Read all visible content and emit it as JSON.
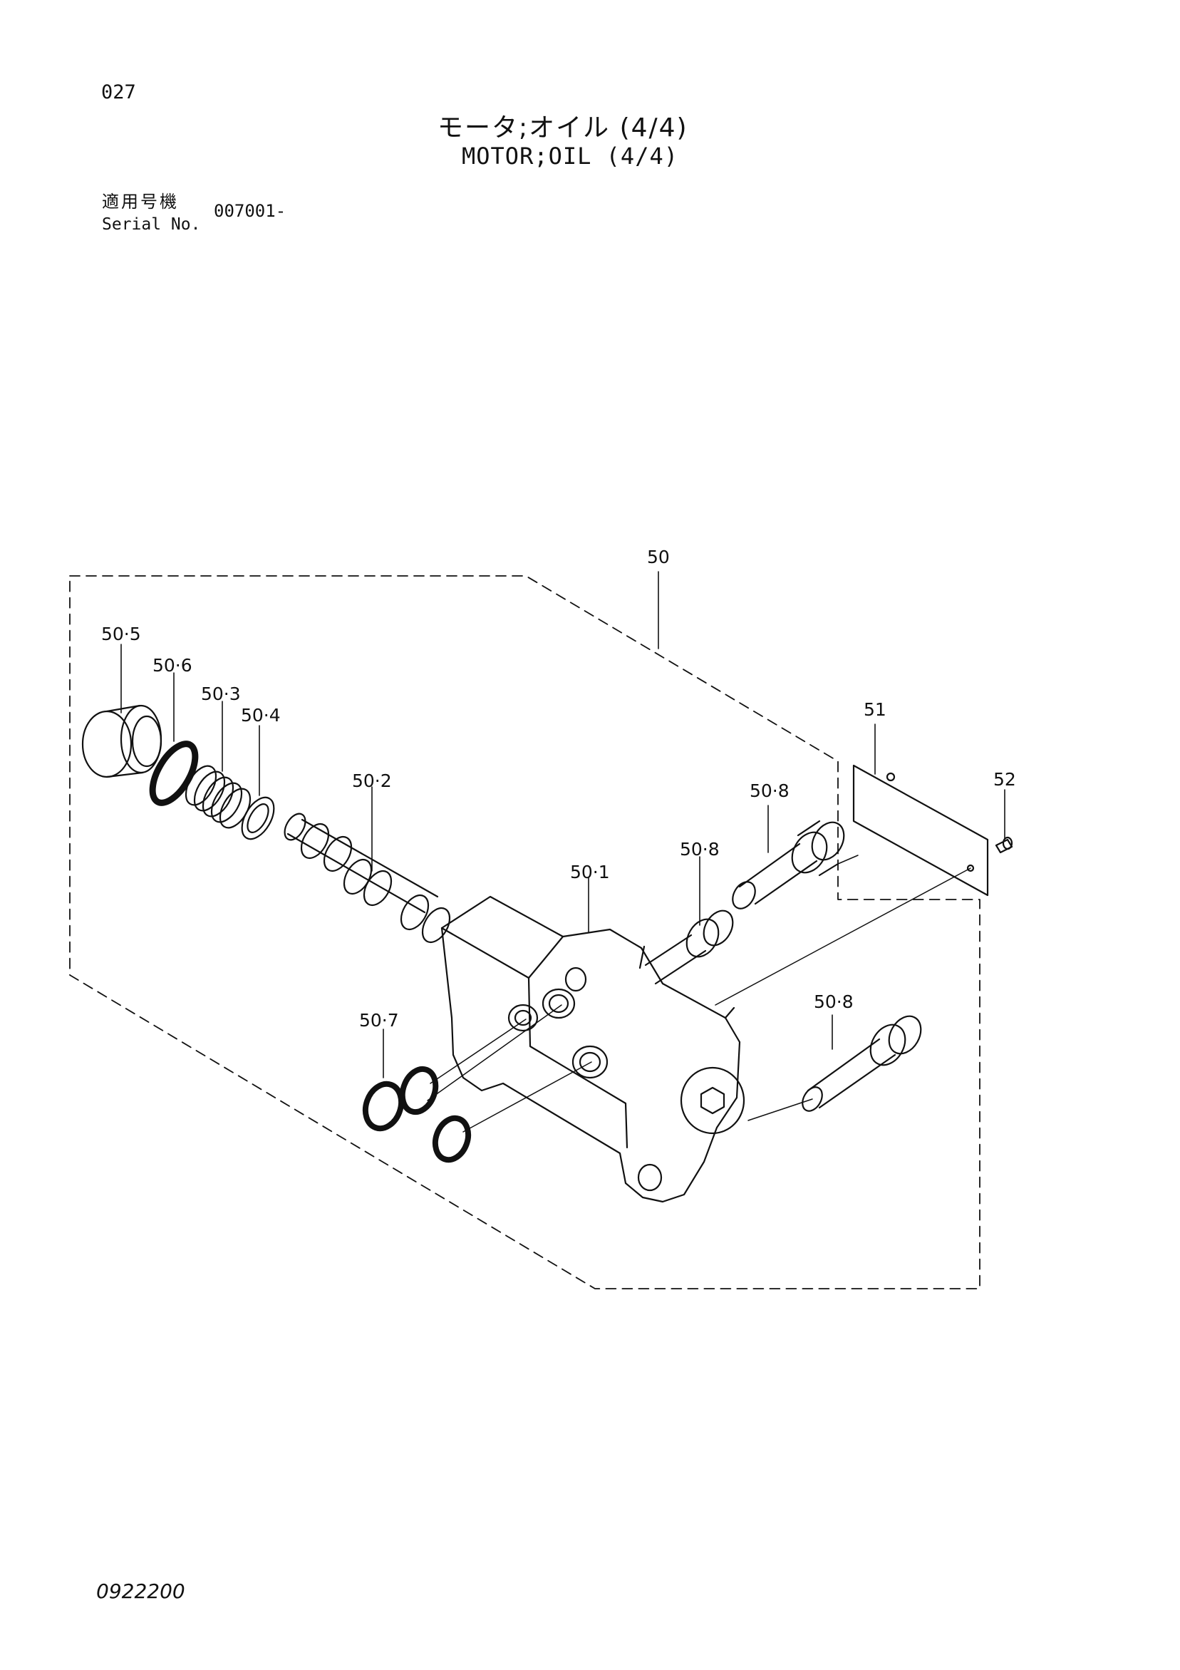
{
  "page": {
    "number": "027",
    "title_jp": "モータ;オイル (4/4)",
    "title_en": "MOTOR;OIL (4/4)",
    "serial_label_jp": "適用号機",
    "serial_label_en": "Serial No.",
    "serial_value": "007001-",
    "drawing_number": "0922200"
  },
  "callouts": {
    "c50": "50",
    "c50_1": "50·1",
    "c50_2": "50·2",
    "c50_3": "50·3",
    "c50_4": "50·4",
    "c50_5": "50·5",
    "c50_6": "50·6",
    "c50_7": "50·7",
    "c50_8a": "50·8",
    "c50_8b": "50·8",
    "c50_8c": "50·8",
    "c51": "51",
    "c52": "52"
  }
}
